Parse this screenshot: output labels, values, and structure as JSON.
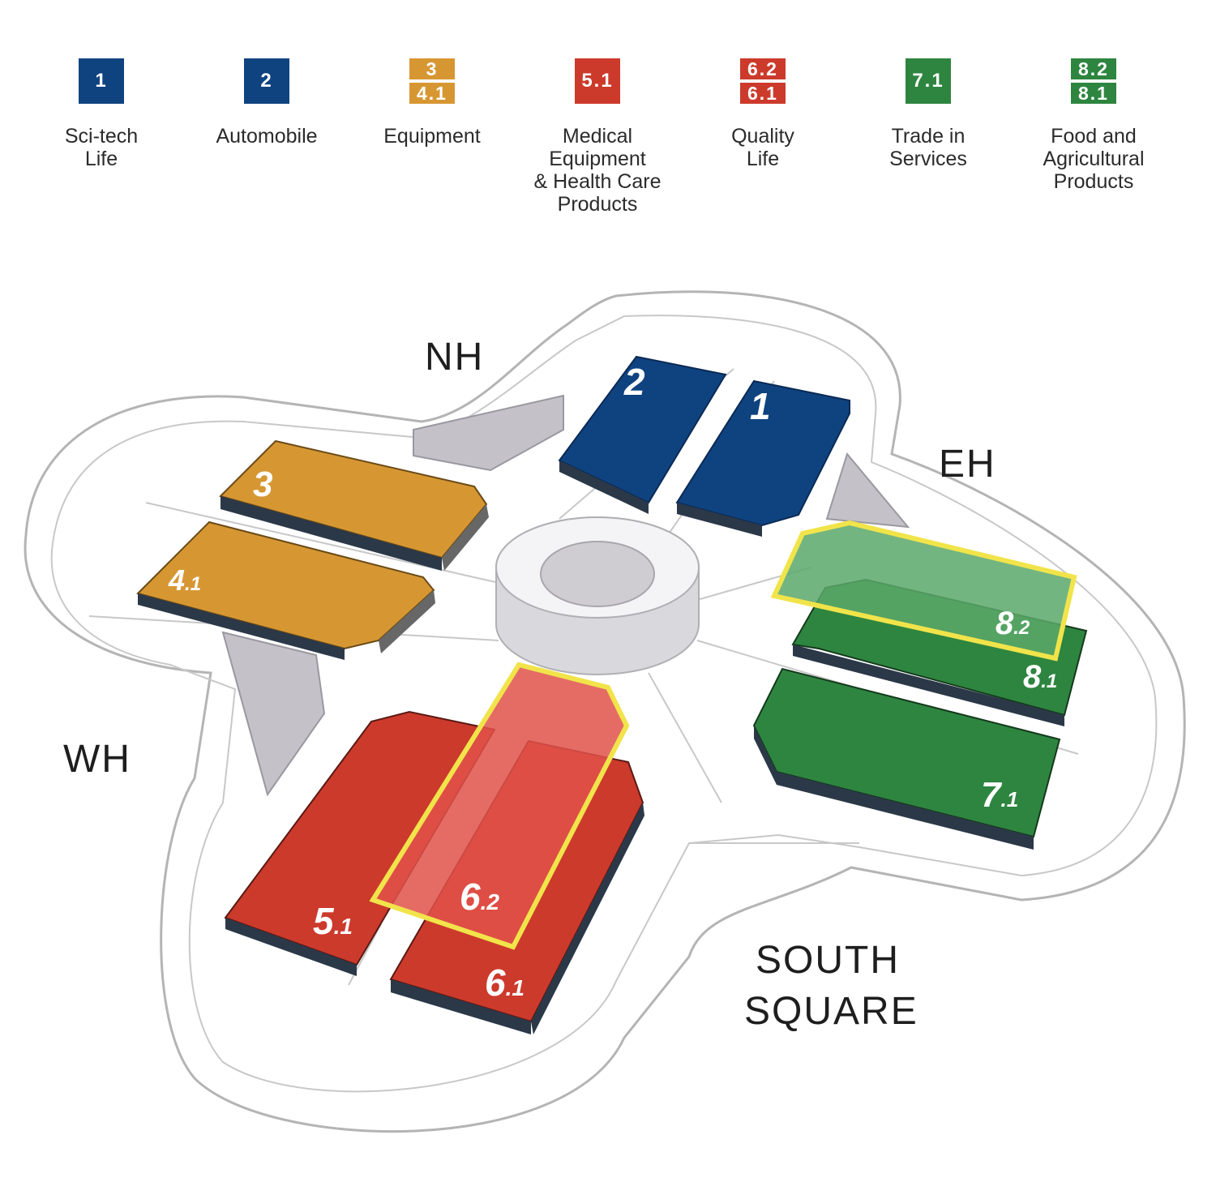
{
  "legend": [
    {
      "badge_top": "1",
      "badge_bottom": "",
      "label": "Sci-tech\nLife",
      "colors": [
        "#0f4380"
      ]
    },
    {
      "badge_top": "2",
      "badge_bottom": "",
      "label": "Automobile",
      "colors": [
        "#0f4380"
      ]
    },
    {
      "badge_top": "3",
      "badge_bottom": "4.1",
      "label": "Equipment",
      "colors": [
        "#d69733",
        "#d69733"
      ]
    },
    {
      "badge_top": "5.1",
      "badge_bottom": "",
      "label": "Medical\nEquipment\n& Health Care\nProducts",
      "colors": [
        "#cc3a2c"
      ]
    },
    {
      "badge_top": "6.2",
      "badge_bottom": "6.1",
      "label": "Quality\nLife",
      "colors": [
        "#cc3a2c",
        "#cc3a2c"
      ]
    },
    {
      "badge_top": "7.1",
      "badge_bottom": "",
      "label": "Trade in\nServices",
      "colors": [
        "#2e8540"
      ]
    },
    {
      "badge_top": "8.2",
      "badge_bottom": "8.1",
      "label": "Food and\nAgricultural\nProducts",
      "colors": [
        "#2e8540",
        "#2e8540"
      ]
    }
  ],
  "areas": {
    "north": "NH",
    "east": "EH",
    "west": "WH",
    "south_line1": "SOUTH",
    "south_line2": "SQUARE"
  },
  "halls": {
    "h1": {
      "major": "1",
      "minor": "",
      "color": "#0f4380"
    },
    "h2": {
      "major": "2",
      "minor": "",
      "color": "#0f4380"
    },
    "h3": {
      "major": "3",
      "minor": "",
      "color": "#d69733"
    },
    "h41": {
      "major": "4",
      "minor": ".1",
      "color": "#d69733"
    },
    "h51": {
      "major": "5",
      "minor": ".1",
      "color": "#cc3a2c"
    },
    "h61": {
      "major": "6",
      "minor": ".1",
      "color": "#cc3a2c"
    },
    "h62": {
      "major": "6",
      "minor": ".2",
      "color": "#e0524a"
    },
    "h71": {
      "major": "7",
      "minor": ".1",
      "color": "#2e8540"
    },
    "h81": {
      "major": "8",
      "minor": ".1",
      "color": "#2e8540"
    },
    "h82": {
      "major": "8",
      "minor": ".2",
      "color": "#5aa86a"
    }
  },
  "colors": {
    "outline": "#b4b4b4",
    "connector": "#c4c2c8",
    "shadow": "#2b3848",
    "highlight": "#f1e44a"
  }
}
